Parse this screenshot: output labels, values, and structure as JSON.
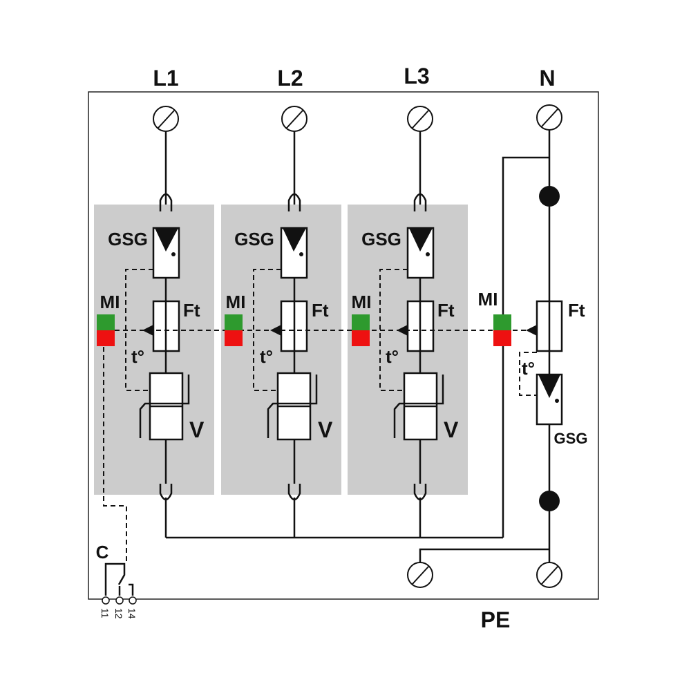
{
  "terminals": {
    "l1": "L1",
    "l2": "L2",
    "l3": "L3",
    "n": "N",
    "pe": "PE"
  },
  "components": {
    "gsg": "GSG",
    "ft": "Ft",
    "mi": "MI",
    "t": "t°",
    "v": "V"
  },
  "contact": {
    "label": "C",
    "pin_11": "11",
    "pin_12": "12",
    "pin_14": "14"
  },
  "colors": {
    "module_fill": "#cccccc",
    "indicator_ok": "#2e9a2e",
    "indicator_fault": "#ee1111"
  }
}
